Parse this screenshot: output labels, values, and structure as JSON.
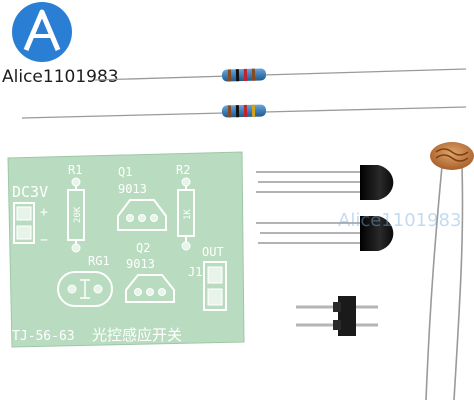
{
  "watermark": {
    "brand_text": "Alice1101983",
    "center_text": "Alice1101983",
    "logo_name": "a-letter-logo-icon",
    "logo_color": "#2a7fd4"
  },
  "pcb": {
    "board_color": "#b9dcc0",
    "silk_color": "#ffffff",
    "power_label": "DC3V",
    "plus_label": "+",
    "minus_label": "−",
    "r1_label": "R1",
    "r2_label": "R2",
    "r1_value": "20K",
    "r2_value": "1K",
    "q1_label": "Q1",
    "q1_part": "9013",
    "q2_label": "Q2",
    "q2_part": "9013",
    "rg1_label": "RG1",
    "out_label": "OUT",
    "j1_label": "J1",
    "footer_code": "TJ-56-63",
    "footer_title": "光控感应开关"
  },
  "colors": {
    "transistor_body": "#111111",
    "resistor_body": "#3f7fb8",
    "ldr_body": "#c47a3a",
    "header_body": "#1a1a1a",
    "lead_metal": "#9a9a9a"
  },
  "components": {
    "resistors": 2,
    "transistors": 2,
    "photoresistor": 1,
    "pin_header": 1
  }
}
